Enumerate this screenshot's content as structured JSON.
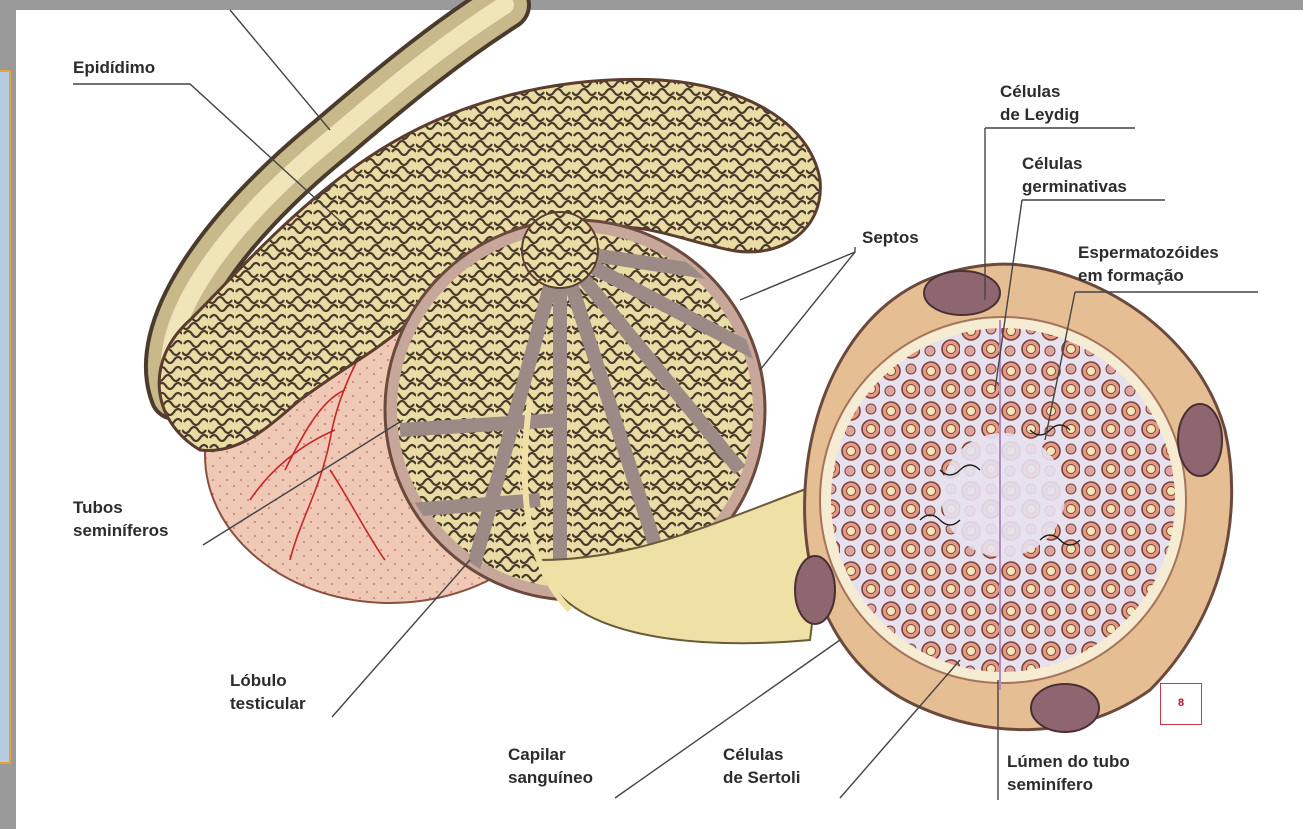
{
  "labels": {
    "epididimo": "Epidídimo",
    "leydig": [
      "Células",
      "de Leydig"
    ],
    "germinativas": [
      "Células",
      "germinativas"
    ],
    "septos": "Septos",
    "espermatozoides": [
      "Espermatozóides",
      "em formação"
    ],
    "tubos": [
      "Tubos",
      "seminíferos"
    ],
    "lobulo": [
      "Lóbulo",
      "testicular"
    ],
    "capilar": [
      "Capilar",
      "sanguíneo"
    ],
    "sertoli": [
      "Células",
      "de Sertoli"
    ],
    "lumen": [
      "Lúmen do tubo",
      "seminífero"
    ]
  },
  "badge": "8"
}
